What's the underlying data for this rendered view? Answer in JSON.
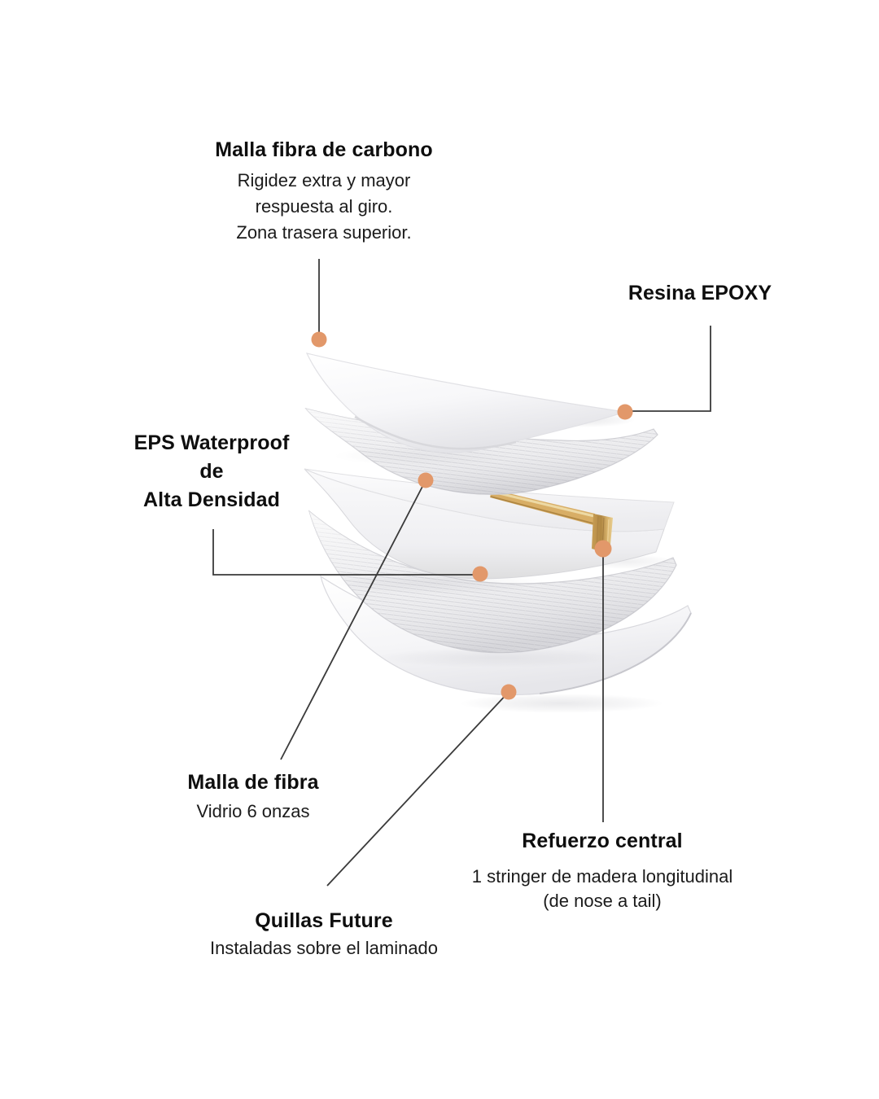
{
  "page": {
    "background": "#ffffff"
  },
  "diagram": {
    "colors": {
      "dot": "#E2986A",
      "line": "#3A3A3A",
      "wood": "#D8AE66",
      "wood_dark": "#B08743",
      "wood_light": "#EDD9A4"
    },
    "labels": {
      "carbon": {
        "title": "Malla fibra de carbono",
        "lines": [
          "Rigidez extra y mayor",
          "respuesta al giro.",
          "Zona trasera superior."
        ]
      },
      "epoxy": {
        "title": "Resina EPOXY"
      },
      "eps": {
        "lines": [
          "EPS Waterproof",
          "de",
          "Alta Densidad"
        ]
      },
      "fiber": {
        "title": "Malla de fibra",
        "subtitle": "Vidrio 6 onzas"
      },
      "stringer": {
        "title": "Refuerzo central",
        "lines": [
          "1 stringer de madera longitudinal",
          "(de nose a tail)"
        ]
      },
      "fins": {
        "title": "Quillas Future",
        "subtitle": "Instaladas sobre el laminado"
      }
    }
  }
}
